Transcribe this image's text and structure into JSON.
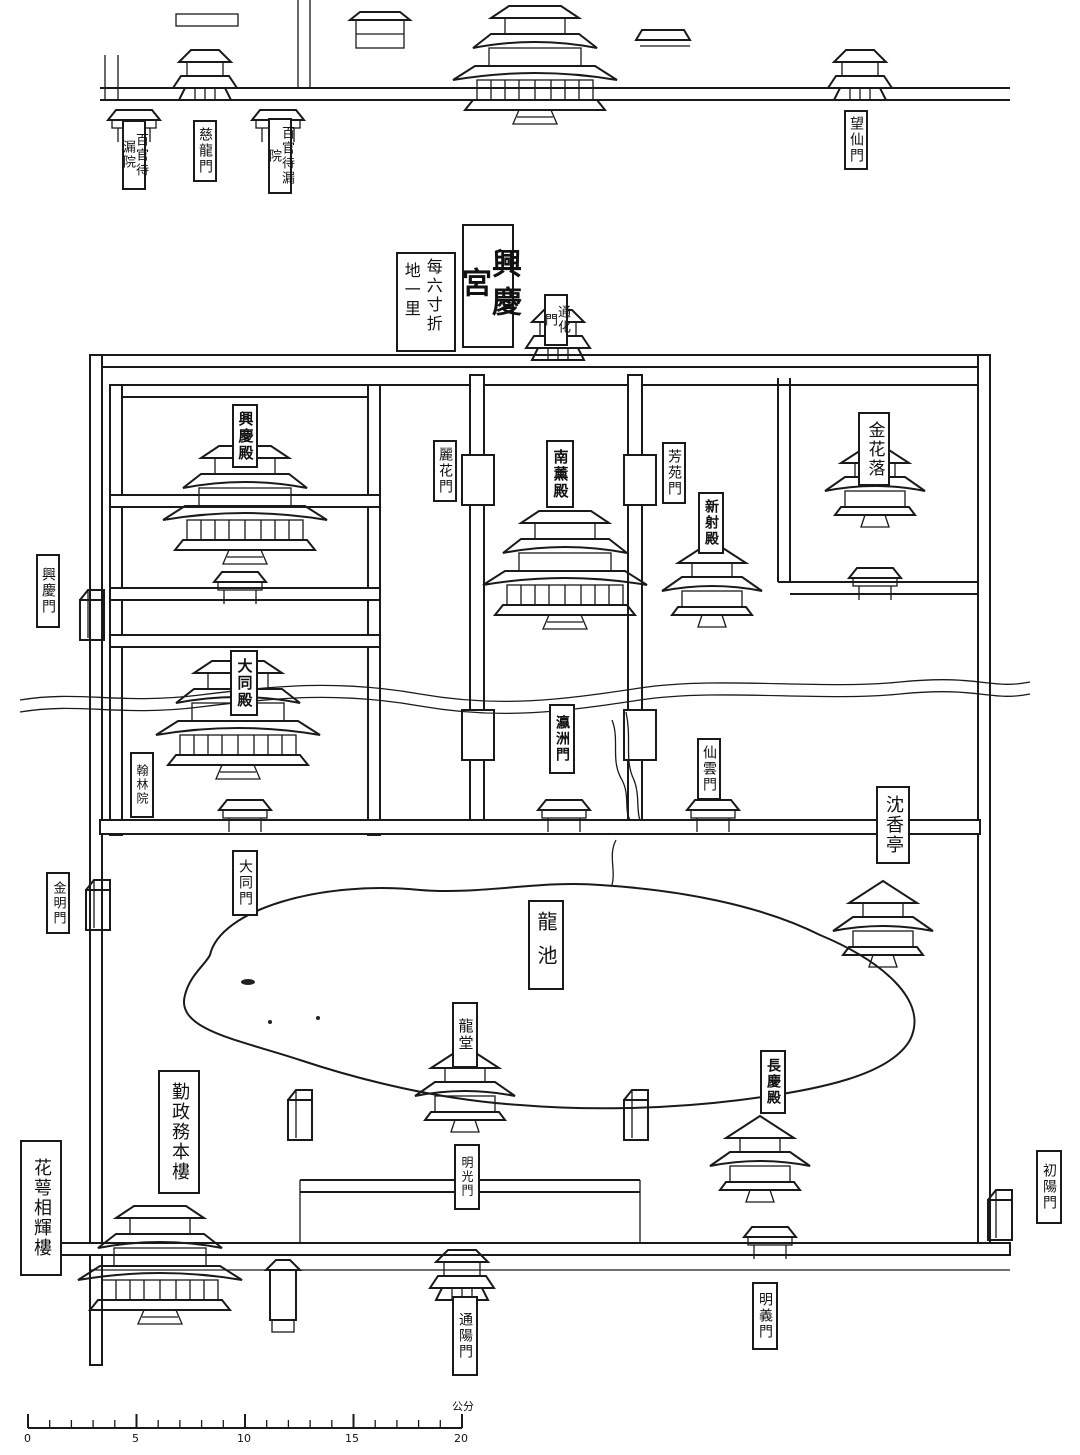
{
  "labels": {
    "top_yuan_left": "百官待漏院",
    "top_jinglong": "慈龍門",
    "top_yuan_right": "百官待漏院",
    "top_wangxian": "望仙門",
    "title": "興慶宮",
    "scale_note_1": "每六寸折",
    "scale_note_2": "地一里",
    "tonghua_gate": "通化門",
    "xingqing_hall": "興慶殿",
    "lihua_gate": "麗花門",
    "nanxun_hall": "南薰殿",
    "fanghua_gate": "芳苑門",
    "xinshe_hall": "新射殿",
    "jinhua_luo": "金花落",
    "xingqing_gate": "興慶門",
    "datong_hall": "大同殿",
    "hanlin_yuan": "翰林院",
    "yingzhou_gate": "瀛洲門",
    "xianyun_gate": "仙雲門",
    "chenxiang_ting": "沈香亭",
    "datong_gate": "大同門",
    "jinming_gate": "金明門",
    "longchi": "龍池",
    "long_tang": "龍堂",
    "changqing_hall": "長慶殿",
    "qinzheng_lou": "勤政務本樓",
    "huae_lou": "花萼相輝樓",
    "mingguang_gate": "明光門",
    "chuyang_gate": "初陽門",
    "tongyang_gate": "通陽門",
    "mingyi_gate": "明義門"
  },
  "scale": {
    "unit": "公分",
    "ticks": [
      "0",
      "5",
      "10",
      "15",
      "20"
    ]
  }
}
